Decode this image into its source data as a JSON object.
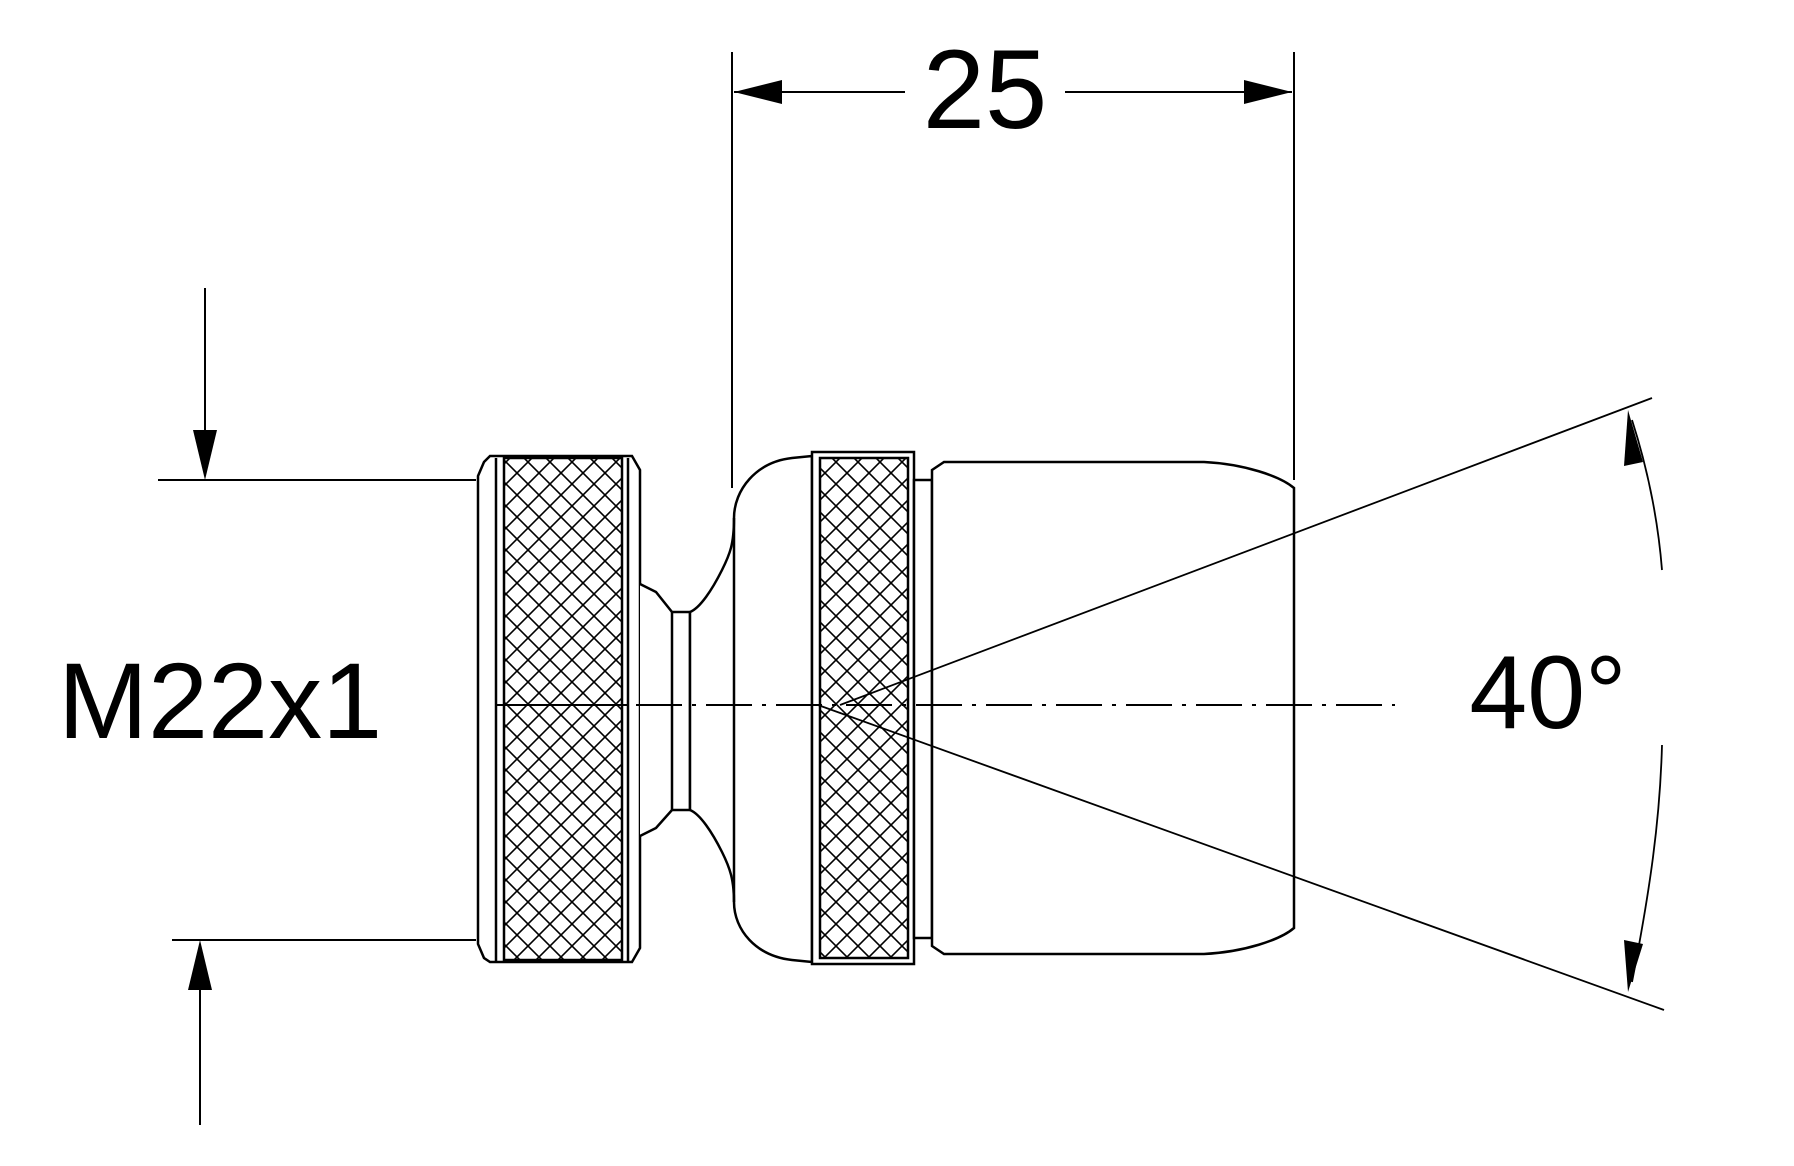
{
  "dimensions": {
    "length_label": "25",
    "angle_label": "40°",
    "thread_label": "M22x1"
  },
  "colors": {
    "line": "#000000",
    "background": "#ffffff"
  }
}
